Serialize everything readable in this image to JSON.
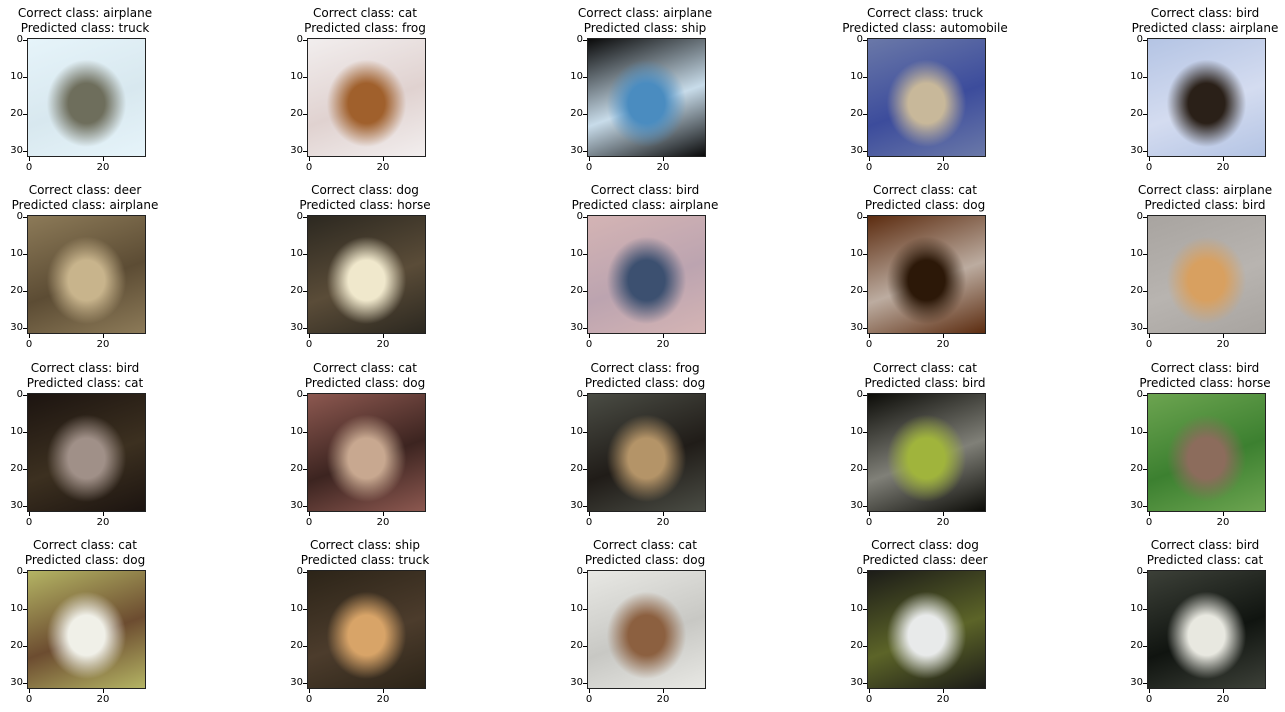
{
  "figure": {
    "rows": 4,
    "cols": 5,
    "y_ticks": [
      "0",
      "10",
      "20",
      "30"
    ],
    "x_ticks": [
      "0",
      "20"
    ],
    "label_prefix_correct": "Correct class: ",
    "label_prefix_predicted": "Predicted class: "
  },
  "panels": [
    {
      "correct": "airplane",
      "predicted": "truck",
      "colors": [
        "#e6f4fa",
        "#6e6e5c",
        "#d8e8ef"
      ]
    },
    {
      "correct": "cat",
      "predicted": "frog",
      "colors": [
        "#f2eeee",
        "#a0602c",
        "#e0d2d0"
      ]
    },
    {
      "correct": "airplane",
      "predicted": "ship",
      "colors": [
        "#0a0a0a",
        "#4a8cc0",
        "#c8dcea"
      ]
    },
    {
      "correct": "truck",
      "predicted": "automobile",
      "colors": [
        "#6a78a8",
        "#c8b89a",
        "#3c4c9c"
      ]
    },
    {
      "correct": "bird",
      "predicted": "airplane",
      "colors": [
        "#b4c4e4",
        "#2a2018",
        "#d4dcf0"
      ]
    },
    {
      "correct": "deer",
      "predicted": "airplane",
      "colors": [
        "#8c7a58",
        "#c8b48c",
        "#5c4c34"
      ]
    },
    {
      "correct": "dog",
      "predicted": "horse",
      "colors": [
        "#2c2820",
        "#f0e8cc",
        "#5a4c38"
      ]
    },
    {
      "correct": "bird",
      "predicted": "airplane",
      "colors": [
        "#d4b4b4",
        "#3c5070",
        "#bca4b0"
      ]
    },
    {
      "correct": "cat",
      "predicted": "dog",
      "colors": [
        "#5c2c10",
        "#2c1808",
        "#bcaca0"
      ]
    },
    {
      "correct": "airplane",
      "predicted": "bird",
      "colors": [
        "#a8a4a0",
        "#d8a060",
        "#b8b4b0"
      ]
    },
    {
      "correct": "bird",
      "predicted": "cat",
      "colors": [
        "#1c1410",
        "#a09088",
        "#3c3020"
      ]
    },
    {
      "correct": "cat",
      "predicted": "dog",
      "colors": [
        "#8c5850",
        "#c8a890",
        "#3c2420"
      ]
    },
    {
      "correct": "frog",
      "predicted": "dog",
      "colors": [
        "#4a4c44",
        "#b49468",
        "#201c18"
      ]
    },
    {
      "correct": "cat",
      "predicted": "bird",
      "colors": [
        "#0c0c08",
        "#a0b43c",
        "#808078"
      ]
    },
    {
      "correct": "bird",
      "predicted": "horse",
      "colors": [
        "#6ca450",
        "#8c6c5c",
        "#3c8030"
      ]
    },
    {
      "correct": "cat",
      "predicted": "dog",
      "colors": [
        "#b4b464",
        "#f0f0e8",
        "#6c4c30"
      ]
    },
    {
      "correct": "ship",
      "predicted": "truck",
      "colors": [
        "#2c2418",
        "#d8a468",
        "#4c3c2c"
      ]
    },
    {
      "correct": "cat",
      "predicted": "dog",
      "colors": [
        "#e8e8e4",
        "#8c6040",
        "#c8c8c4"
      ]
    },
    {
      "correct": "dog",
      "predicted": "deer",
      "colors": [
        "#1c1c18",
        "#e8eaea",
        "#5c6428"
      ]
    },
    {
      "correct": "bird",
      "predicted": "cat",
      "colors": [
        "#3c4038",
        "#e8e8e0",
        "#101410"
      ]
    }
  ]
}
